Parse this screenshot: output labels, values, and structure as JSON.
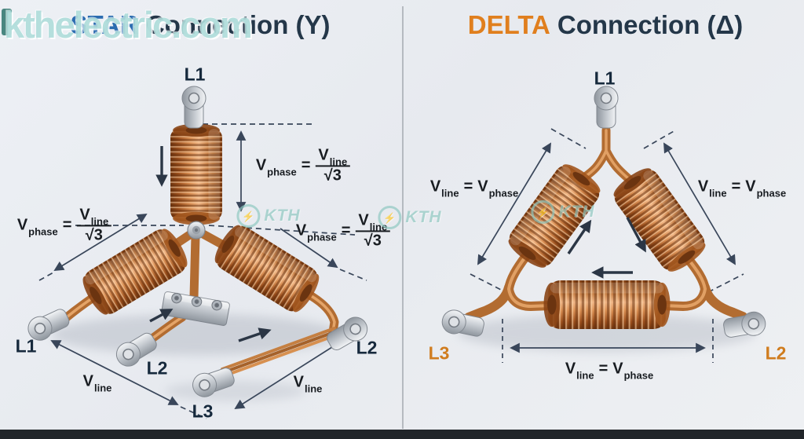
{
  "watermark": {
    "site": "kthelectric.com",
    "brand": "KTH",
    "bolt": "⚡"
  },
  "titles": {
    "star_accent": "STAR",
    "star_rest": "Connection (Y)",
    "delta_accent": "DELTA",
    "delta_rest": "Connection (Δ)"
  },
  "labels": {
    "l1": "L1",
    "l2": "L2",
    "l3": "L3"
  },
  "math": {
    "v": "V",
    "phase": "phase",
    "line": "line",
    "eq": "=",
    "sqrt3": "√3"
  },
  "colors": {
    "star_accent": "#2b6cb0",
    "delta_accent": "#e07f1e",
    "title_dark": "#243749",
    "terminal_orange": "#d07c1e",
    "watermark_teal": "#9fd0cc",
    "copper": "#c97a3c",
    "dimension_line": "#39465a"
  },
  "diagram": {
    "star_formula": "V_phase = V_line / √3",
    "delta_formula": "V_line = V_phase"
  }
}
